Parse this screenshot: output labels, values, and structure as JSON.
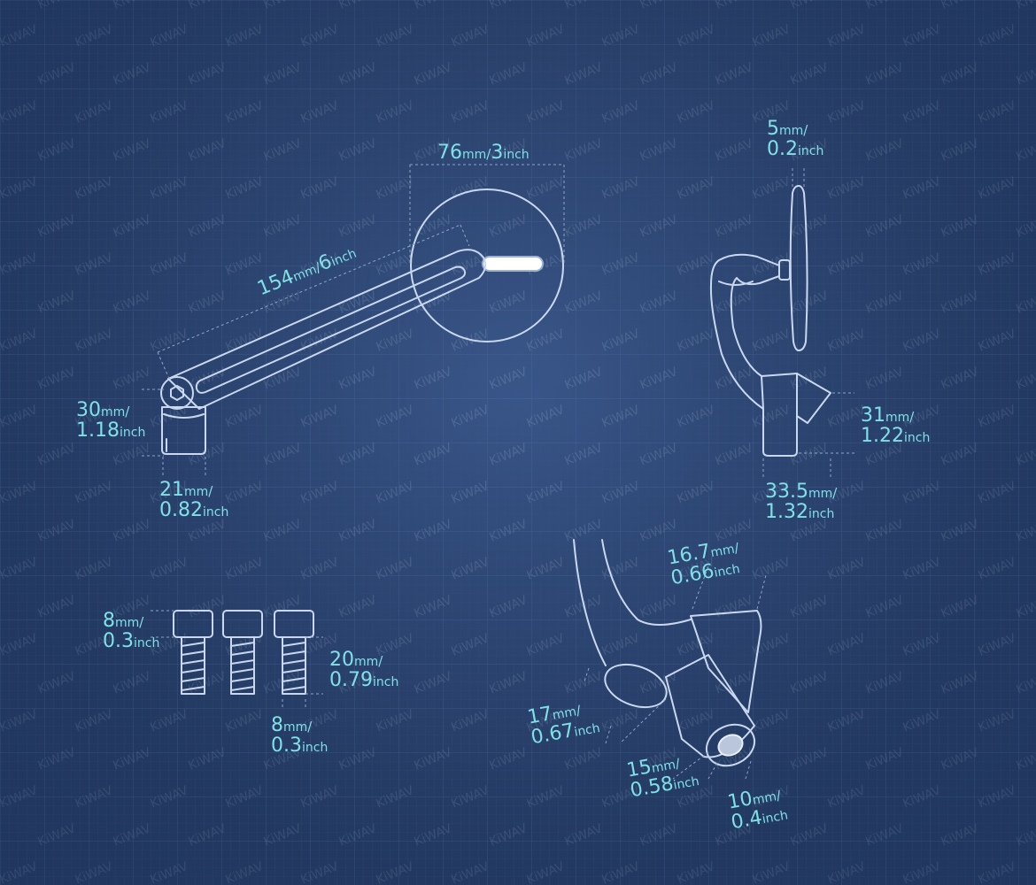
{
  "brand_watermark": "KiWAV",
  "colors": {
    "background": "#2b4676",
    "grid": "#3c5a8c",
    "outline": "#c9d8ee",
    "dimension_line": "#8fa4c8",
    "label": "#7fe0e6"
  },
  "dimensions": {
    "top_mirror_width": {
      "mm": "76",
      "mm_unit": "mm",
      "sep": "/",
      "inch": "3",
      "inch_unit": "inch"
    },
    "arm_length": {
      "mm": "154",
      "mm_unit": "mm",
      "sep": "/",
      "inch": "6",
      "inch_unit": "inch"
    },
    "clamp_height": {
      "mm": "30",
      "mm_unit": "mm",
      "sep": "/",
      "inch": "1.18",
      "inch_unit": "inch"
    },
    "clamp_width": {
      "mm": "21",
      "mm_unit": "mm",
      "sep": "/",
      "inch": "0.82",
      "inch_unit": "inch"
    },
    "glass_thickness": {
      "mm": "5",
      "mm_unit": "mm",
      "sep": "/",
      "inch": "0.2",
      "inch_unit": "inch"
    },
    "side_clamp_height": {
      "mm": "31",
      "mm_unit": "mm",
      "sep": "/",
      "inch": "1.22",
      "inch_unit": "inch"
    },
    "side_clamp_width": {
      "mm": "33.5",
      "mm_unit": "mm",
      "sep": "/",
      "inch": "1.32",
      "inch_unit": "inch"
    },
    "bolt_head_height": {
      "mm": "8",
      "mm_unit": "mm",
      "sep": "/",
      "inch": "0.3",
      "inch_unit": "inch"
    },
    "bolt_length": {
      "mm": "20",
      "mm_unit": "mm",
      "sep": "/",
      "inch": "0.79",
      "inch_unit": "inch"
    },
    "bolt_diameter": {
      "mm": "8",
      "mm_unit": "mm",
      "sep": "/",
      "inch": "0.3",
      "inch_unit": "inch"
    },
    "adapter_top": {
      "mm": "16.7",
      "mm_unit": "mm",
      "sep": "/",
      "inch": "0.66",
      "inch_unit": "inch"
    },
    "bore_outer": {
      "mm": "17",
      "mm_unit": "mm",
      "sep": "/",
      "inch": "0.67",
      "inch_unit": "inch"
    },
    "adapter_body": {
      "mm": "15",
      "mm_unit": "mm",
      "sep": "/",
      "inch": "0.58",
      "inch_unit": "inch"
    },
    "bore_inner": {
      "mm": "10",
      "mm_unit": "mm",
      "sep": "/",
      "inch": "0.4",
      "inch_unit": "inch"
    }
  }
}
